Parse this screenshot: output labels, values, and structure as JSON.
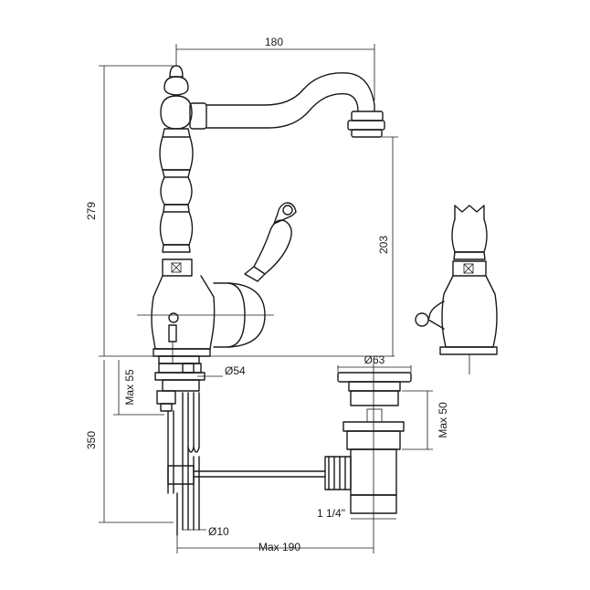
{
  "dimensions": {
    "spout_reach": "180",
    "total_height": "279",
    "spout_height": "203",
    "max_deck_thickness": "Max 55",
    "base_diameter": "Ø54",
    "waste_diameter": "Ø63",
    "waste_max_height": "Max 50",
    "below_deck_length": "350",
    "waste_thread": "1 1/4\"",
    "pipe_diameter": "Ø10",
    "max_waste_distance": "Max 190"
  }
}
